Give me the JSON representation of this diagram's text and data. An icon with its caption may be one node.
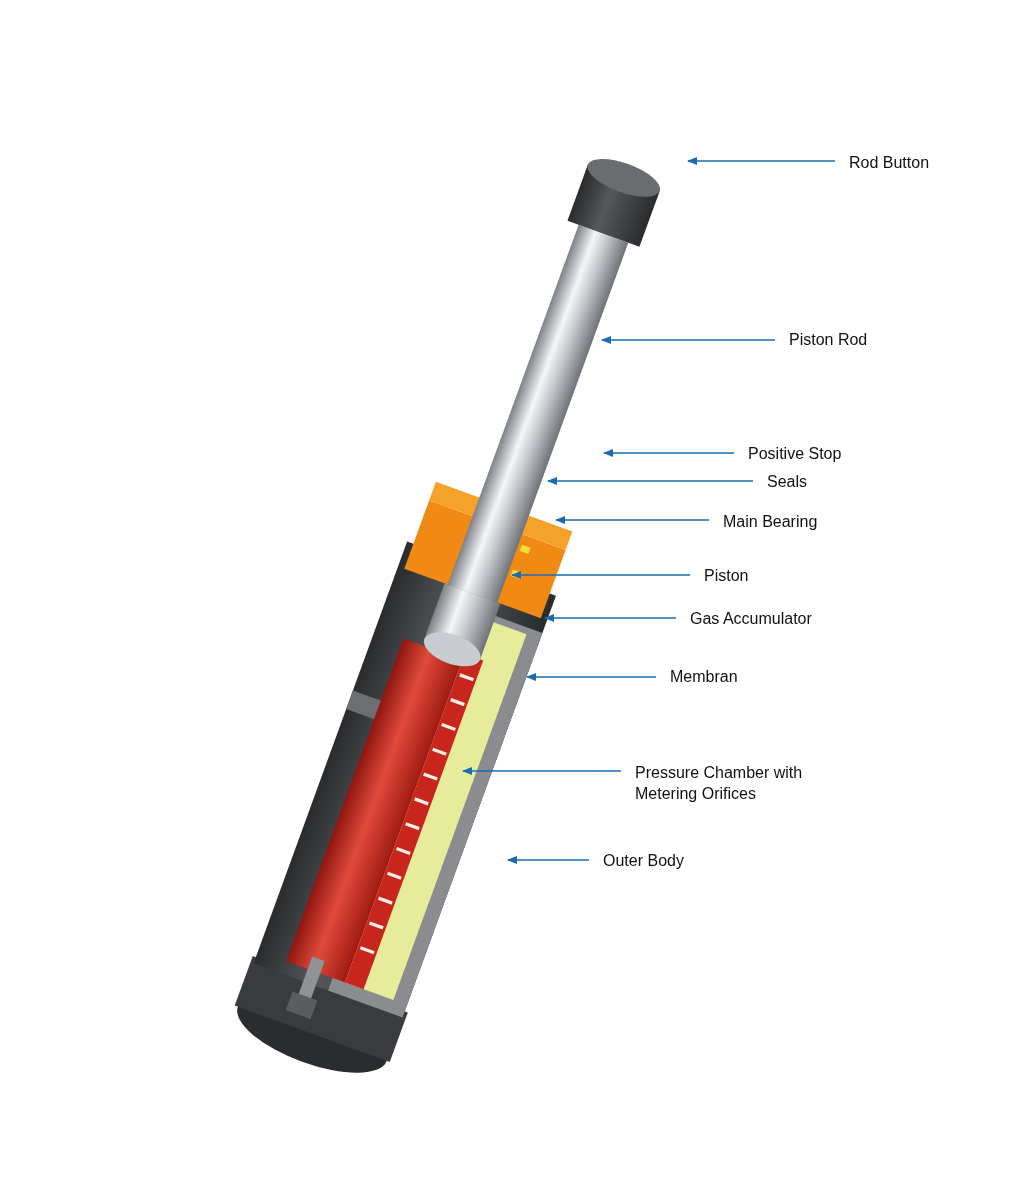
{
  "diagram": {
    "nodes": [
      {
        "text": [
          "Rod Button"
        ]
      },
      {
        "text": [
          "Piston Rod"
        ]
      },
      {
        "text": [
          "Positive Stop"
        ]
      },
      {
        "text": [
          "Seals"
        ]
      },
      {
        "text": [
          "Main Bearing"
        ]
      },
      {
        "text": [
          "Piston"
        ]
      },
      {
        "text": [
          "Gas Accumulator"
        ]
      },
      {
        "text": [
          "Membran"
        ]
      },
      {
        "text": [
          "Pressure Chamber with Metering Orifices"
        ]
      },
      {
        "text": [
          "Outer Body"
        ]
      }
    ],
    "edges": [
      {
        "from": 0,
        "to": null,
        "arrow": "to"
      },
      {
        "from": 1,
        "to": null,
        "arrow": "to"
      },
      {
        "from": 2,
        "to": null,
        "arrow": "to"
      },
      {
        "from": 3,
        "to": null,
        "arrow": "to"
      },
      {
        "from": 4,
        "to": null,
        "arrow": "to"
      },
      {
        "from": 5,
        "to": null,
        "arrow": "to"
      },
      {
        "from": 6,
        "to": null,
        "arrow": "to"
      },
      {
        "from": 7,
        "to": null,
        "arrow": "to"
      },
      {
        "from": 8,
        "to": null,
        "arrow": "to"
      },
      {
        "from": 9,
        "to": null,
        "arrow": "to"
      }
    ]
  }
}
